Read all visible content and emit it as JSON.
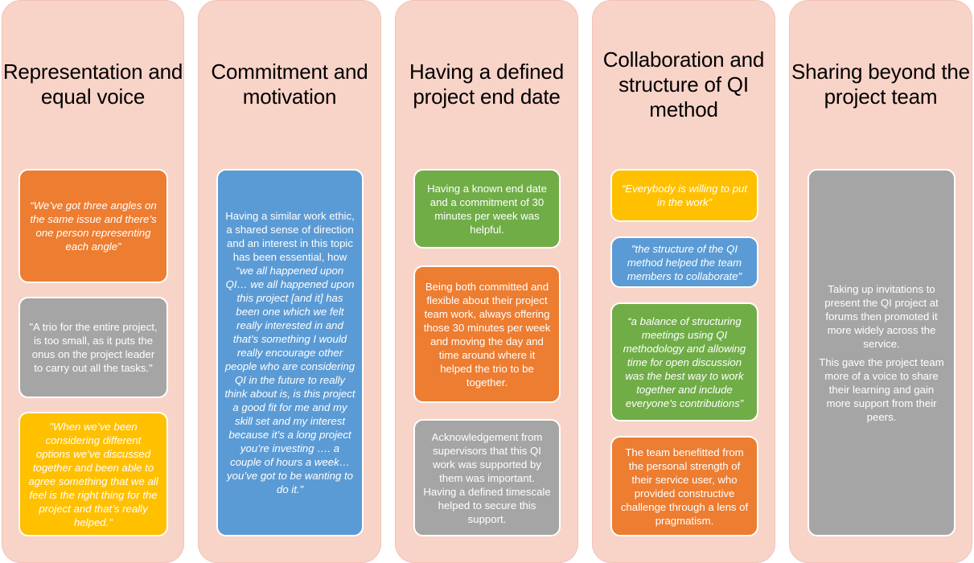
{
  "columns": [
    {
      "title": "Representation and equal voice",
      "cards": [
        {
          "color": "#ed7d31",
          "text": "“We’ve got three angles on the same issue and there’s one person representing each angle”"
        },
        {
          "color": "#a5a5a5",
          "text": "\"A trio for the entire project, is too small, as it puts the onus on the project leader to carry out all the tasks.\""
        },
        {
          "color": "#ffc000",
          "text": "\"When we’ve been considering different options we’ve discussed together and been able to agree something that we all feel is the right thing for the project and that’s really helped.\""
        }
      ]
    },
    {
      "title": "Commitment and motivation",
      "cards": [
        {
          "color": "#5b9bd5",
          "text_plain": "Having a similar work ethic, a shared sense of direction and an interest in this topic has been essential, how “",
          "text_italic": "we all happened upon QI… we all happened upon this project [and it] has been one which we felt really interested in and that’s something I would really encourage other people who are considering QI in the future to really think about is, is this project a good fit for me and my skill set and my interest because it’s a long project you’re investing …. a couple of hours a week… you’ve got to be wanting to do it.”"
        }
      ]
    },
    {
      "title": "Having a defined project end date",
      "cards": [
        {
          "color": "#70ad47",
          "text": "Having a known end date and a commitment of 30 minutes per week was helpful."
        },
        {
          "color": "#ed7d31",
          "text": "Being both committed and flexible about their project team work, always offering those 30 minutes per week and moving the day and time around where it helped the trio to be together."
        },
        {
          "color": "#a5a5a5",
          "text": "Acknowledgement from supervisors that this QI work was supported by them was important. Having a defined timescale helped to secure this support."
        }
      ]
    },
    {
      "title": "Collaboration and structure of QI method",
      "cards": [
        {
          "color": "#ffc000",
          "text": "“Everybody is willing to put in the work”"
        },
        {
          "color": "#5b9bd5",
          "text": "\"the structure of the QI method helped the team members to collaborate\""
        },
        {
          "color": "#70ad47",
          "text": "“a balance of structuring meetings using QI methodology and allowing time for open discussion was the best way to work together and include everyone’s contributions”"
        },
        {
          "color": "#ed7d31",
          "text": "The team benefitted from the personal strength of their service user, who provided constructive challenge through a lens of pragmatism."
        }
      ]
    },
    {
      "title": "Sharing beyond the project team",
      "cards": [
        {
          "color": "#a5a5a5",
          "para1": "Taking up invitations to present the QI project at forums then promoted it more widely across the service.",
          "para2": "This gave the project team more of a voice to share their learning and gain more support from their peers."
        }
      ]
    }
  ]
}
